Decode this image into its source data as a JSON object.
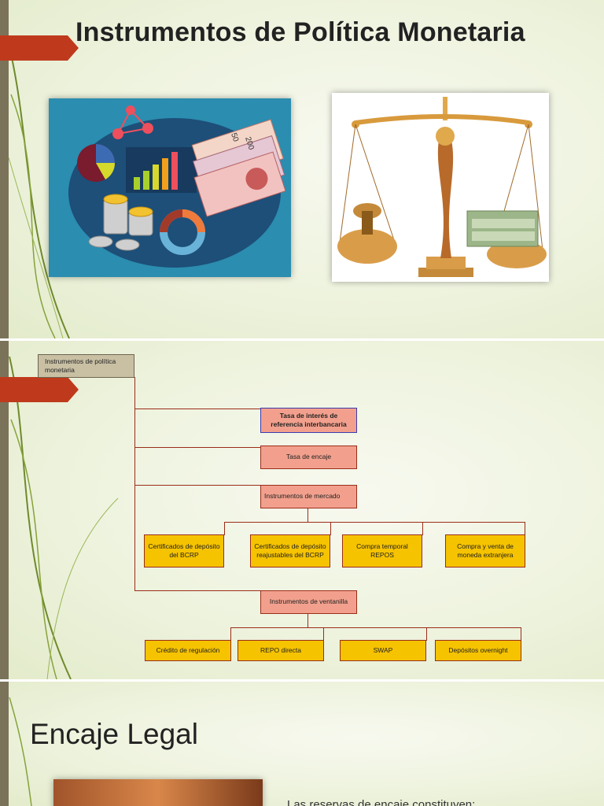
{
  "slide1": {
    "title": "Instrumentos de Política Monetaria",
    "banknote_labels": [
      "50",
      "200"
    ]
  },
  "slide2": {
    "root": "Instrumentos de política monetaria",
    "tasa_interes": "Tasa de interés de referencia interbancaria",
    "tasa_encaje": "Tasa de encaje",
    "mercado": "Instrumentos de mercado",
    "mercado_items": [
      "Certificados de depósito del BCRP",
      "Certificados de depósito reajustables del BCRP",
      "Compra temporal REPOS",
      "Compra y venta de moneda extranjera"
    ],
    "ventanilla": "Instrumentos de ventanilla",
    "ventanilla_items": [
      "Crédito de regulación",
      "REPO directa",
      "SWAP",
      "Depósitos overnight"
    ]
  },
  "slide3": {
    "title": "Encaje Legal",
    "body": "Las reservas de encaje constituyen:"
  },
  "colors": {
    "accent_arrow": "#bf3a1d",
    "stripe": "#7b7359",
    "box_gray": "#c9c0a4",
    "box_salmon": "#f2a08d",
    "box_yellow": "#f6c300"
  }
}
